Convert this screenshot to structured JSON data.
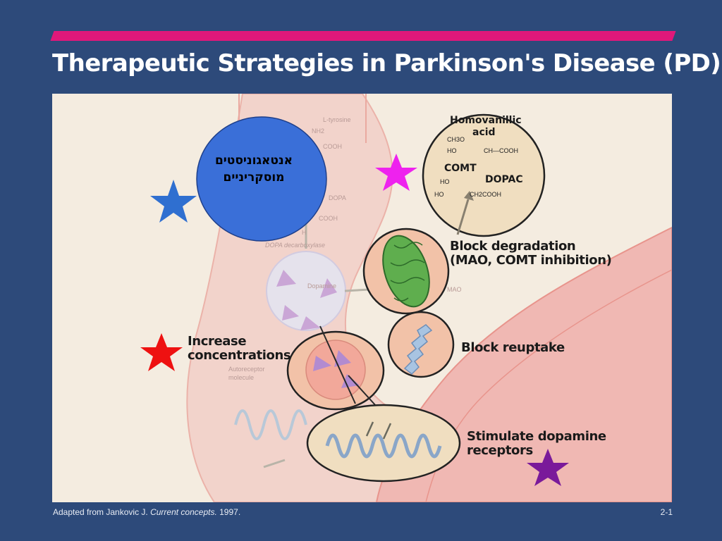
{
  "slide": {
    "title": "Therapeutic Strategies in Parkinson's Disease (PD)",
    "footer_credit_prefix": "Adapted from Jankovic J. ",
    "footer_credit_journal": "Current concepts.",
    "footer_credit_year": " 1997.",
    "slide_number": "2-1"
  },
  "diagram": {
    "labels": {
      "block_degradation_line1": "Block degradation",
      "block_degradation_line2": "(MAO, COMT inhibition)",
      "block_reuptake": "Block reuptake",
      "increase_concentrations_line1": "Increase",
      "increase_concentrations_line2": "concentrations",
      "stimulate_receptors_line1": "Stimulate dopamine",
      "stimulate_receptors_line2": "receptors"
    },
    "metabolite": {
      "name_line1": "Homovanillic",
      "name_line2": "acid",
      "ch3o": "CH3O",
      "ho1": "HO",
      "ch_cooh": "CH—COOH",
      "comt": "COMT",
      "dopac": "DOPAC",
      "ho2": "HO",
      "ho3": "HO",
      "ch2cooh": "CH2COOH"
    },
    "faint_labels": {
      "l_tyrosine": "L-tyrosine",
      "nh2": "NH2",
      "cooh1": "COOH",
      "dopa": "DOPA",
      "cooh2": "COOH",
      "h": "H",
      "dopa_decarboxylase": "DOPA decarboxylase",
      "dopamine": "Dopamine",
      "mao": "MAO",
      "autoreceptor_line1": "Autoreceptor",
      "autoreceptor_line2": "molecule"
    },
    "annotation": {
      "line1": "אנטאגוניסטים",
      "line2": "מוסקריניים"
    },
    "colors": {
      "blue_star": "#2f6fd0",
      "magenta_star": "#ee22ee",
      "red_star": "#ee1111",
      "purple_star": "#7a1a9a",
      "annotation_circle": "#3a6fd8",
      "title_rule": "#e0187a"
    }
  }
}
